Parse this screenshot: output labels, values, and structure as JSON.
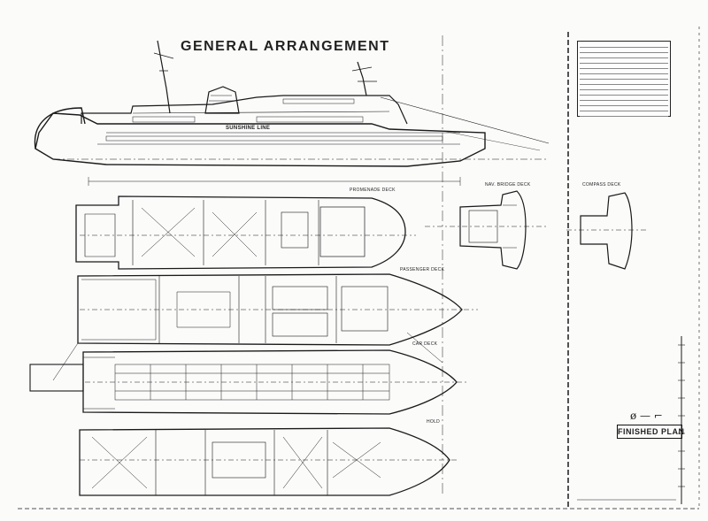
{
  "title": "GENERAL ARRANGEMENT",
  "stamp": "FINISHED PLAN",
  "deck_labels": {
    "promenade_deck": "PROMENADE DECK",
    "passenger_deck": "PASSENGER DECK",
    "car_deck": "CAR DECK",
    "hold": "HOLD",
    "nav_bridge_deck": "NAV. BRIDGE DECK",
    "compass_deck": "COMPASS DECK"
  },
  "hull_marking": "SUNSHINE LINE",
  "colors": {
    "ink": "#1a1a1a",
    "paper": "#fbfbfa"
  }
}
